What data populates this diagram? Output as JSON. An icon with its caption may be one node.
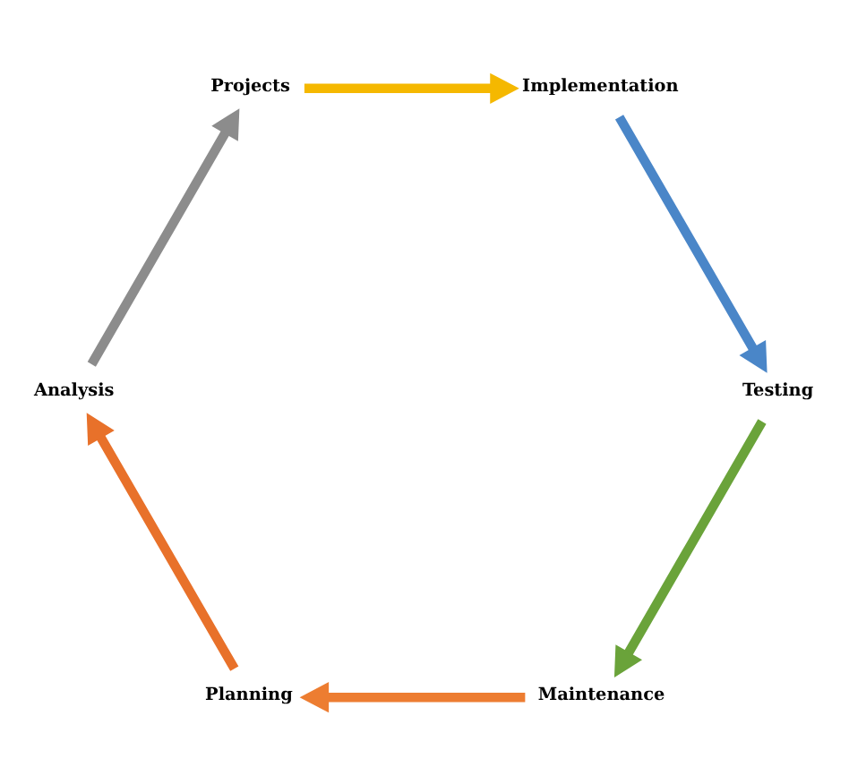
{
  "diagram": {
    "nodes": [
      {
        "text": [
          "Maintenance"
        ]
      },
      {
        "text": [
          "Planning"
        ]
      },
      {
        "text": [
          "Analysis"
        ]
      },
      {
        "text": [
          "Projects"
        ]
      },
      {
        "text": [
          "Implementation"
        ]
      },
      {
        "text": [
          "Testing"
        ]
      }
    ],
    "edges": [
      {
        "from": 0,
        "to": 1,
        "arrow": "to",
        "color": "#ed7d31"
      },
      {
        "from": 1,
        "to": 2,
        "arrow": "to",
        "color": "#e8712a"
      },
      {
        "from": 2,
        "to": 3,
        "arrow": "to",
        "color": "#8c8c8c"
      },
      {
        "from": 3,
        "to": 4,
        "arrow": "to",
        "color": "#f5b800"
      },
      {
        "from": 4,
        "to": 5,
        "arrow": "to",
        "color": "#4a86c8"
      },
      {
        "from": 5,
        "to": 0,
        "arrow": "to",
        "color": "#6aa33a"
      }
    ]
  }
}
